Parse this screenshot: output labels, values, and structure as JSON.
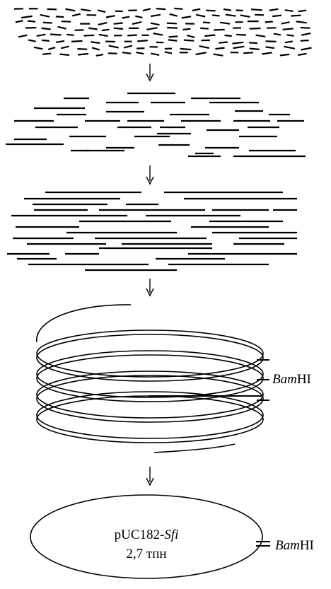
{
  "labels": {
    "site_italic": "Bam",
    "site_rest": "HI",
    "plasmid_name": "pUC182-",
    "plasmid_name_italic": "Sfi",
    "plasmid_size": "2,7 тпн",
    "site2_italic": "Bam",
    "site2_rest": "HI"
  },
  "colors": {
    "ink": "#000000",
    "background": "#ffffff"
  }
}
